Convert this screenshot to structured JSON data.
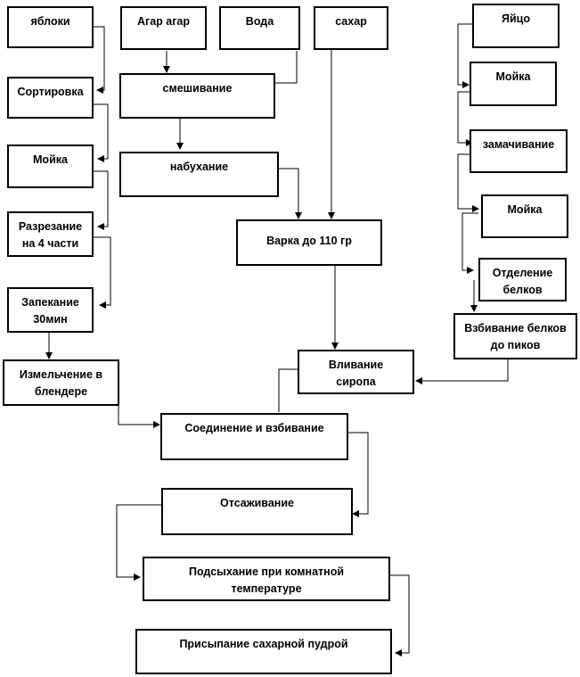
{
  "nodes": {
    "apples": "яблоки",
    "agar": "Агар агар",
    "water": "Вода",
    "sugar": "сахар",
    "egg": "Яйцо",
    "sorting": "Сортировка",
    "mixing": "смешивание",
    "wash1": "Мойка",
    "swelling": "набухание",
    "wash_egg": "Мойка",
    "soaking": "замачивание",
    "cutting": "Разрезание\nна 4 части",
    "boiling": "Варка до 110 гр",
    "wash_egg2": "Мойка",
    "separation": "Отделение\nбелков",
    "baking": "Запекание\n30мин",
    "whipping_whites": "Взбивание белков\nдо пиков",
    "blending": "Измельчение в\nблендере",
    "pouring": "Вливание\nсиропа",
    "combining": "Соединение и взбивание",
    "piping": "Отсаживание",
    "drying": "Подсыхание при комнатной\nтемпературе",
    "dusting": "Присыпание сахарной пудрой"
  }
}
